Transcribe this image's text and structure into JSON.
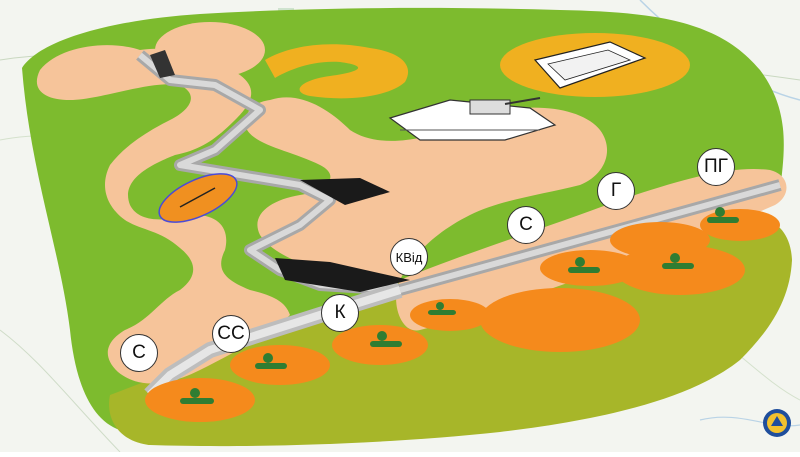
{
  "labels": {
    "s_left": "С",
    "ss": "СС",
    "k": "К",
    "kvid": "КВід",
    "s_mid": "С",
    "g": "Г",
    "pg": "ПГ"
  },
  "colors": {
    "map_bg": "#f2f4ef",
    "field": "#7dbb2e",
    "trench_earth": "#f6c49a",
    "parapet": "#f0b020",
    "forward_zone": "#a7b629",
    "firing_positions": "#f58a1c",
    "wall": "#bfbfbf",
    "dugout": "#1a1a1a"
  },
  "icons": [
    "soldier-icon",
    "armored-vehicle-icon",
    "unit-emblem-icon"
  ]
}
